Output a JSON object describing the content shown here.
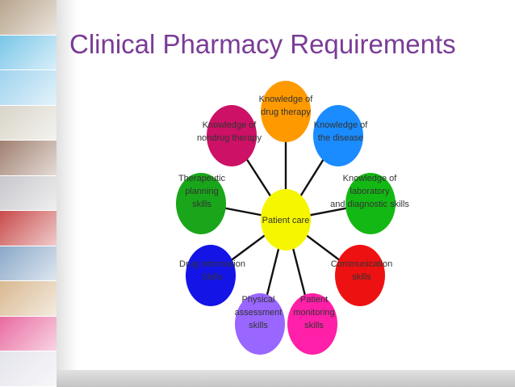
{
  "slide": {
    "title": "Clinical Pharmacy Requirements"
  },
  "sidebar": {
    "photo_tiles": [
      "pharmacy-shelves-photo",
      "pill-blister-photo",
      "pill-box-photo",
      "mortar-pestle-photo",
      "pharmacy-store-photo",
      "medicine-bottles-photo",
      "red-capsules-photo",
      "pharmacy-aisle-photo",
      "tablet-blisters-photo",
      "colorful-capsules-photo",
      "pill-bottles-photo"
    ],
    "tile_colors": [
      "#b8a48c",
      "#79c6e8",
      "#9fd3ee",
      "#d8d4c8",
      "#a08070",
      "#c7c7cc",
      "#c84a4a",
      "#8aa8c8",
      "#d8b890",
      "#e86aa0",
      "#e4e4ec"
    ]
  },
  "diagram": {
    "center": {
      "label": "Patient care",
      "color": "#f6f600"
    },
    "nodes": [
      {
        "lines": [
          "Knowledge of",
          "drug therapy"
        ],
        "color": "#ff9900"
      },
      {
        "lines": [
          "Knowledge of",
          "the disease"
        ],
        "color": "#1a8cff"
      },
      {
        "lines": [
          "Knowledge of",
          "laboratory",
          "and diagnostic skills"
        ],
        "color": "#14b814"
      },
      {
        "lines": [
          "Communication",
          "skills"
        ],
        "color": "#ee1111"
      },
      {
        "lines": [
          "Patient",
          "monitoring",
          "skills"
        ],
        "color": "#ff1fa8"
      },
      {
        "lines": [
          "Physical",
          "assessment",
          "skills"
        ],
        "color": "#9966ff"
      },
      {
        "lines": [
          "Drug Information",
          "Skills"
        ],
        "color": "#1414e6"
      },
      {
        "lines": [
          "Therapeutic",
          "planning",
          "skills"
        ],
        "color": "#1aa61a"
      },
      {
        "lines": [
          "Knowledge of",
          "nondrug therapy"
        ],
        "color": "#cc1166"
      }
    ]
  }
}
